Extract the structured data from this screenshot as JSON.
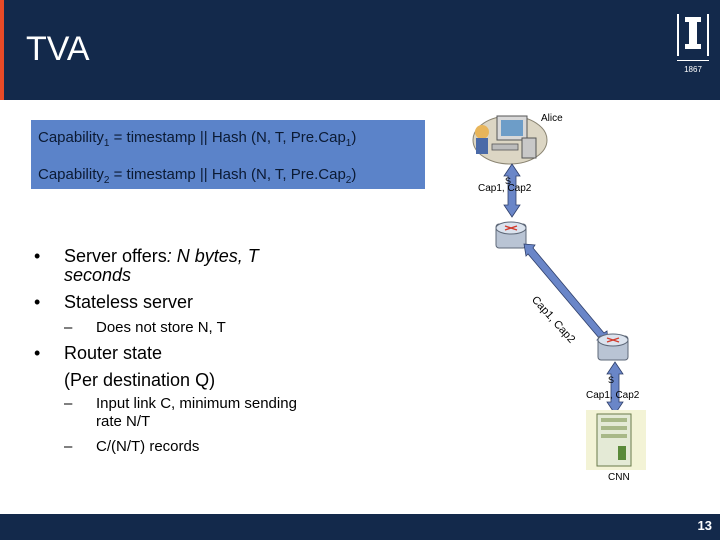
{
  "slide": {
    "title": "TVA",
    "page_number": "13",
    "logo_year": "1867"
  },
  "capabilities": {
    "cap1": {
      "prefix": "Capability",
      "sub": "1",
      "text": " = timestamp || Hash (N, T, Pre.Cap",
      "tail_sub": "1",
      "close": ")"
    },
    "cap2": {
      "prefix": "Capability",
      "sub": "2",
      "text": " = timestamp || Hash (N, T, Pre.Cap",
      "tail_sub": "2",
      "close": ")"
    }
  },
  "bullets": {
    "server_offers_a": "Server offers",
    "server_offers_b": ": N bytes, T",
    "server_offers_c": "seconds",
    "stateless": "Stateless server",
    "not_store": "Does not store N, T",
    "router_state": "Router state",
    "per_dest": "(Per destination Q)",
    "input_link_a": "Input link C, minimum sending",
    "input_link_b": "rate N/T",
    "records": "C/(N/T) records"
  },
  "diagram": {
    "alice": "Alice",
    "cnn": "CNN",
    "cap_top": "Cap1, Cap2",
    "cap_mid": "Cap1, Cap2",
    "cap_bottom": "Cap1, Cap2",
    "arrow_marker_top": "S",
    "arrow_marker_bottom": "S"
  },
  "colors": {
    "header": "#13294b",
    "accent": "#e84a27",
    "cap_box": "#5b83c9",
    "arrow": "#6a86c8"
  }
}
